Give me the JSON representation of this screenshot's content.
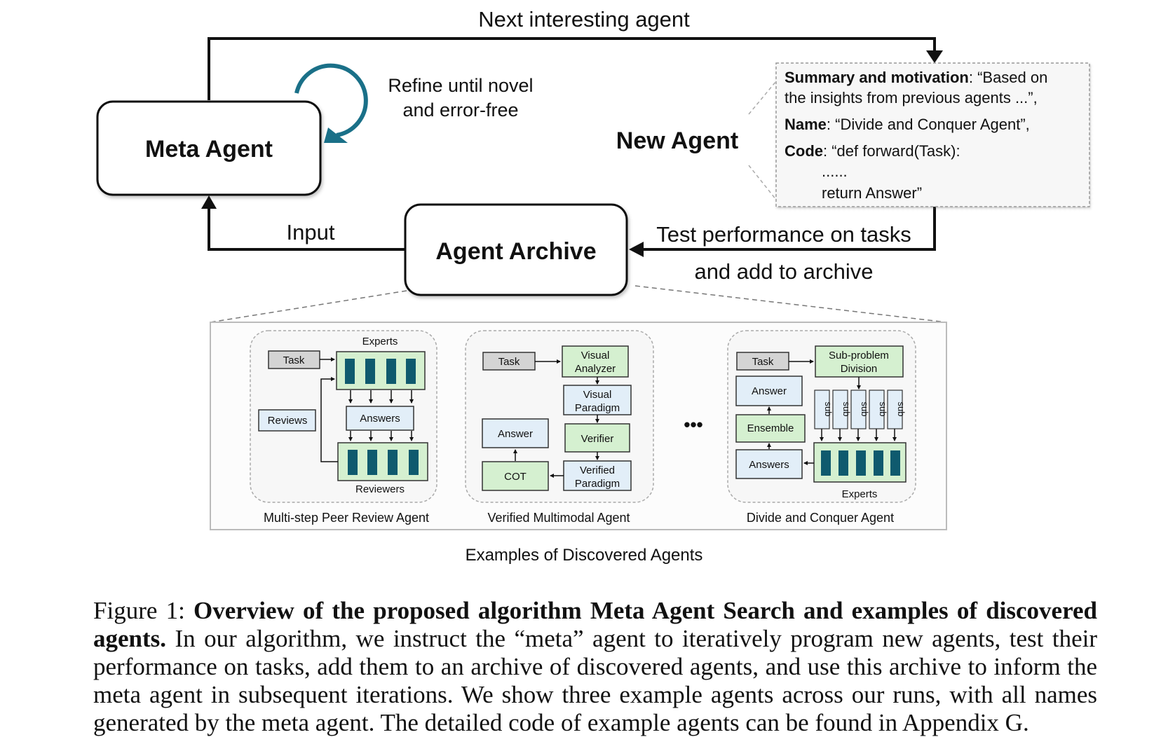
{
  "flow": {
    "top_arrow_label": "Next interesting agent",
    "refine_label_line1": "Refine until novel",
    "refine_label_line2": "and error-free",
    "input_label": "Input",
    "test_label_line1": "Test performance on tasks",
    "test_label_line2": "and add to archive"
  },
  "nodes": {
    "meta_agent": "Meta Agent",
    "agent_archive": "Agent Archive",
    "new_agent": "New Agent"
  },
  "new_agent_card": {
    "summary_key": "Summary and motivation",
    "summary_value_line1": ": “Based on",
    "summary_value_line2": "the insights from previous agents ...”,",
    "name_key": "Name",
    "name_value": ": “Divide and Conquer Agent”,",
    "code_key": "Code",
    "code_value": ": “def forward(Task):",
    "code_ellipsis": "......",
    "code_return": "return Answer”"
  },
  "examples": {
    "title": "Examples of Discovered Agents",
    "ellipsis": "•••",
    "peer_review": {
      "caption": "Multi-step Peer Review Agent",
      "task": "Task",
      "experts": "Experts",
      "reviews": "Reviews",
      "answers": "Answers",
      "reviewers": "Reviewers"
    },
    "multimodal": {
      "caption": "Verified Multimodal Agent",
      "task": "Task",
      "visual_analyzer_1": "Visual",
      "visual_analyzer_2": "Analyzer",
      "visual_paradigm_1": "Visual",
      "visual_paradigm_2": "Paradigm",
      "answer": "Answer",
      "verifier": "Verifier",
      "cot": "COT",
      "verified_paradigm_1": "Verified",
      "verified_paradigm_2": "Paradigm"
    },
    "divide_conquer": {
      "caption": "Divide and Conquer Agent",
      "task": "Task",
      "subproblem_1": "Sub-problem",
      "subproblem_2": "Division",
      "answer": "Answer",
      "ensemble": "Ensemble",
      "answers": "Answers",
      "sub": "sub",
      "experts": "Experts"
    }
  },
  "caption": {
    "prefix": "Figure 1: ",
    "bold": "Overview of the proposed algorithm Meta Agent Search and examples of discovered agents.",
    "body": " In our algorithm, we instruct the “meta” agent to iteratively program new agents, test their performance on tasks, add them to an archive of discovered agents, and use this archive to inform the meta agent in subsequent iterations. We show three example agents across our runs, with all names generated by the meta agent. The detailed code of example agents can be found in Appendix G."
  },
  "colors": {
    "teal_block": "#0f5a6e",
    "green_fill": "#d5f0d0",
    "blue_fill": "#e2eef8",
    "grey_fill": "#d4d4d4",
    "refine_arrow": "#1a7088"
  }
}
